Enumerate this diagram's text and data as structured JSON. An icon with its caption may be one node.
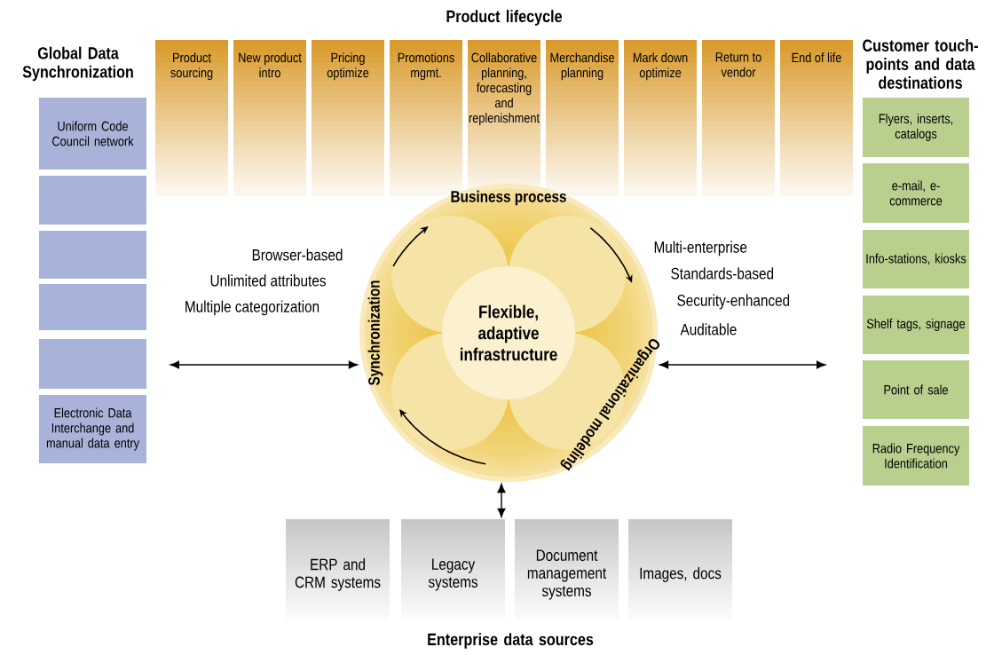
{
  "diagram": {
    "nodes": [
      {
        "text": [
          "Uniform Code Council network"
        ]
      },
      {
        "text": [],
        "shape": "box"
      },
      {
        "text": [],
        "shape": "box"
      },
      {
        "text": [],
        "shape": "box"
      },
      {
        "text": [],
        "shape": "box"
      },
      {
        "text": [
          "Electronic Data Interchange and manual data entry"
        ]
      },
      {
        "text": [
          "Product sourcing"
        ]
      },
      {
        "text": [
          "New product intro"
        ]
      },
      {
        "text": [
          "Pricing optimize"
        ]
      },
      {
        "text": [
          "Promotions mgmt."
        ]
      },
      {
        "text": [
          "Collaborative planning, forecasting and replenishment"
        ]
      },
      {
        "text": [
          "Merchandise planning"
        ]
      },
      {
        "text": [
          "Mark down optimize"
        ]
      },
      {
        "text": [
          "Return to vendor"
        ]
      },
      {
        "text": [
          "End of life"
        ]
      },
      {
        "text": [
          "Flyers, inserts, catalogs"
        ]
      },
      {
        "text": [
          "e-mail, e-commerce"
        ]
      },
      {
        "text": [
          "Info-stations, kiosks"
        ]
      },
      {
        "text": [
          "Shelf tags, signage"
        ]
      },
      {
        "text": [
          "Point of sale"
        ]
      },
      {
        "text": [
          "Radio Frequency Identification"
        ]
      },
      {
        "text": [
          "Business process",
          "Organizational modeling",
          "Synchronization"
        ]
      },
      {
        "text": [
          "Flexible, adaptive infrastructure"
        ],
        "in": 21
      },
      {
        "text": [
          "ERP and CRM systems"
        ]
      },
      {
        "text": [
          "Legacy systems"
        ]
      },
      {
        "text": [
          "Document management systems"
        ]
      },
      {
        "text": [
          "Images, docs"
        ]
      }
    ],
    "edges": [
      {
        "from": null,
        "to": 21,
        "arrow": "both"
      },
      {
        "from": 21,
        "to": null,
        "arrow": "both"
      },
      {
        "from": 21,
        "to": 24,
        "arrow": "both"
      }
    ],
    "labels": [
      "Product lifecycle",
      "Global Data Synchronization",
      "Customer touch-points and data destinations",
      "Browser-based",
      "Unlimited attributes",
      "Multiple categorization",
      "Multi-enterprise",
      "Standards-based",
      "Security-enhanced",
      "Auditable",
      "Enterprise data sources"
    ]
  }
}
